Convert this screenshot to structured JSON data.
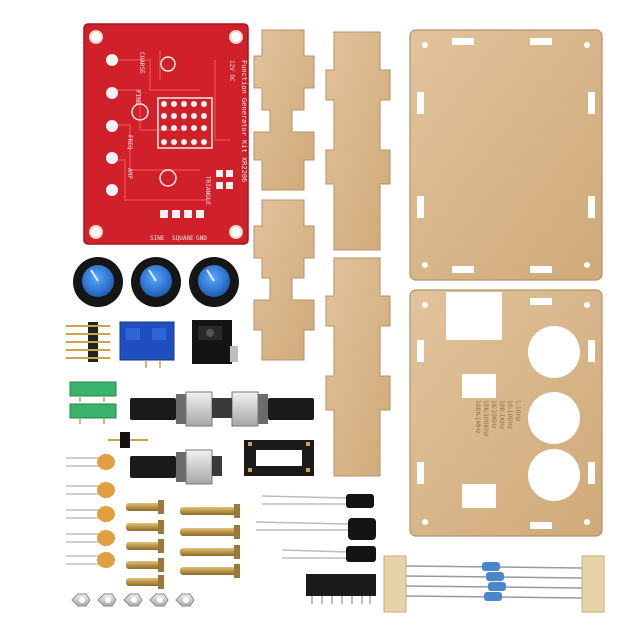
{
  "pcb": {
    "board_title": "Function Generator Kit XR2206",
    "labels": {
      "coarse": "COARSE",
      "fine": "FINE",
      "freq": "FREQ",
      "amp": "AMP",
      "sine": "SINE",
      "triangle": "TRIANGLE",
      "square": "SQUARE",
      "gnd": "GND",
      "power": "12V DC"
    }
  },
  "panel": {
    "engraving_lines": [
      "1-10Hz",
      "10-100Hz",
      "100-1KHz",
      "1K-10KHz",
      "10K-100KHz",
      "100K-1MHz"
    ]
  },
  "colors": {
    "pcb_red": "#d0202a",
    "acrylic_tan": "#d9b58a",
    "knob_blue": "#2f7ed8",
    "terminal_blue": "#1f4fbf",
    "jumper_green": "#37b36b"
  }
}
